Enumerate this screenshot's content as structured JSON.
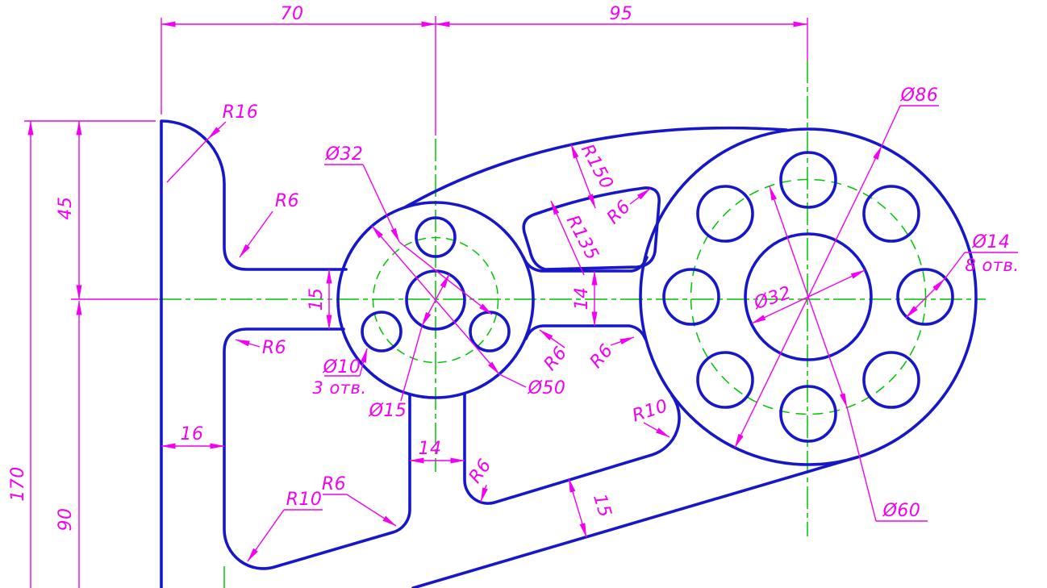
{
  "drawing": {
    "kind": "2D CAD engineering drawing of a lever bracket",
    "colors": {
      "outline": "#1717C9",
      "dimension": "#F200F2",
      "centerline": "#00C400",
      "background": "#FFFFFF"
    },
    "labels": {
      "d70": "70",
      "d95": "95",
      "d170": "170",
      "d45": "45",
      "d90": "90",
      "d16": "16",
      "d15_arm": "15",
      "d14_arm": "14",
      "d14_legs": "14",
      "d15_bottom": "15",
      "r16": "R16",
      "r6_upper": "R6",
      "r6_lower": "R6",
      "r6_rarm_left": "R6",
      "r6_rarm_right": "R6",
      "r6_slot": "R6",
      "r6_cutout": "R6",
      "r6_leg": "R6",
      "r10_cutout": "R10",
      "r10_big": "R10",
      "r150": "R150",
      "r135": "R135",
      "dia32_hub": "Ø32",
      "dia15": "Ø15",
      "dia50": "Ø50",
      "dia10": "Ø10",
      "note_3_holes": "3 отв.",
      "dia86": "Ø86",
      "dia14": "Ø14",
      "note_8_holes": "8 отв.",
      "dia32_big": "Ø32",
      "dia60": "Ø60"
    }
  }
}
